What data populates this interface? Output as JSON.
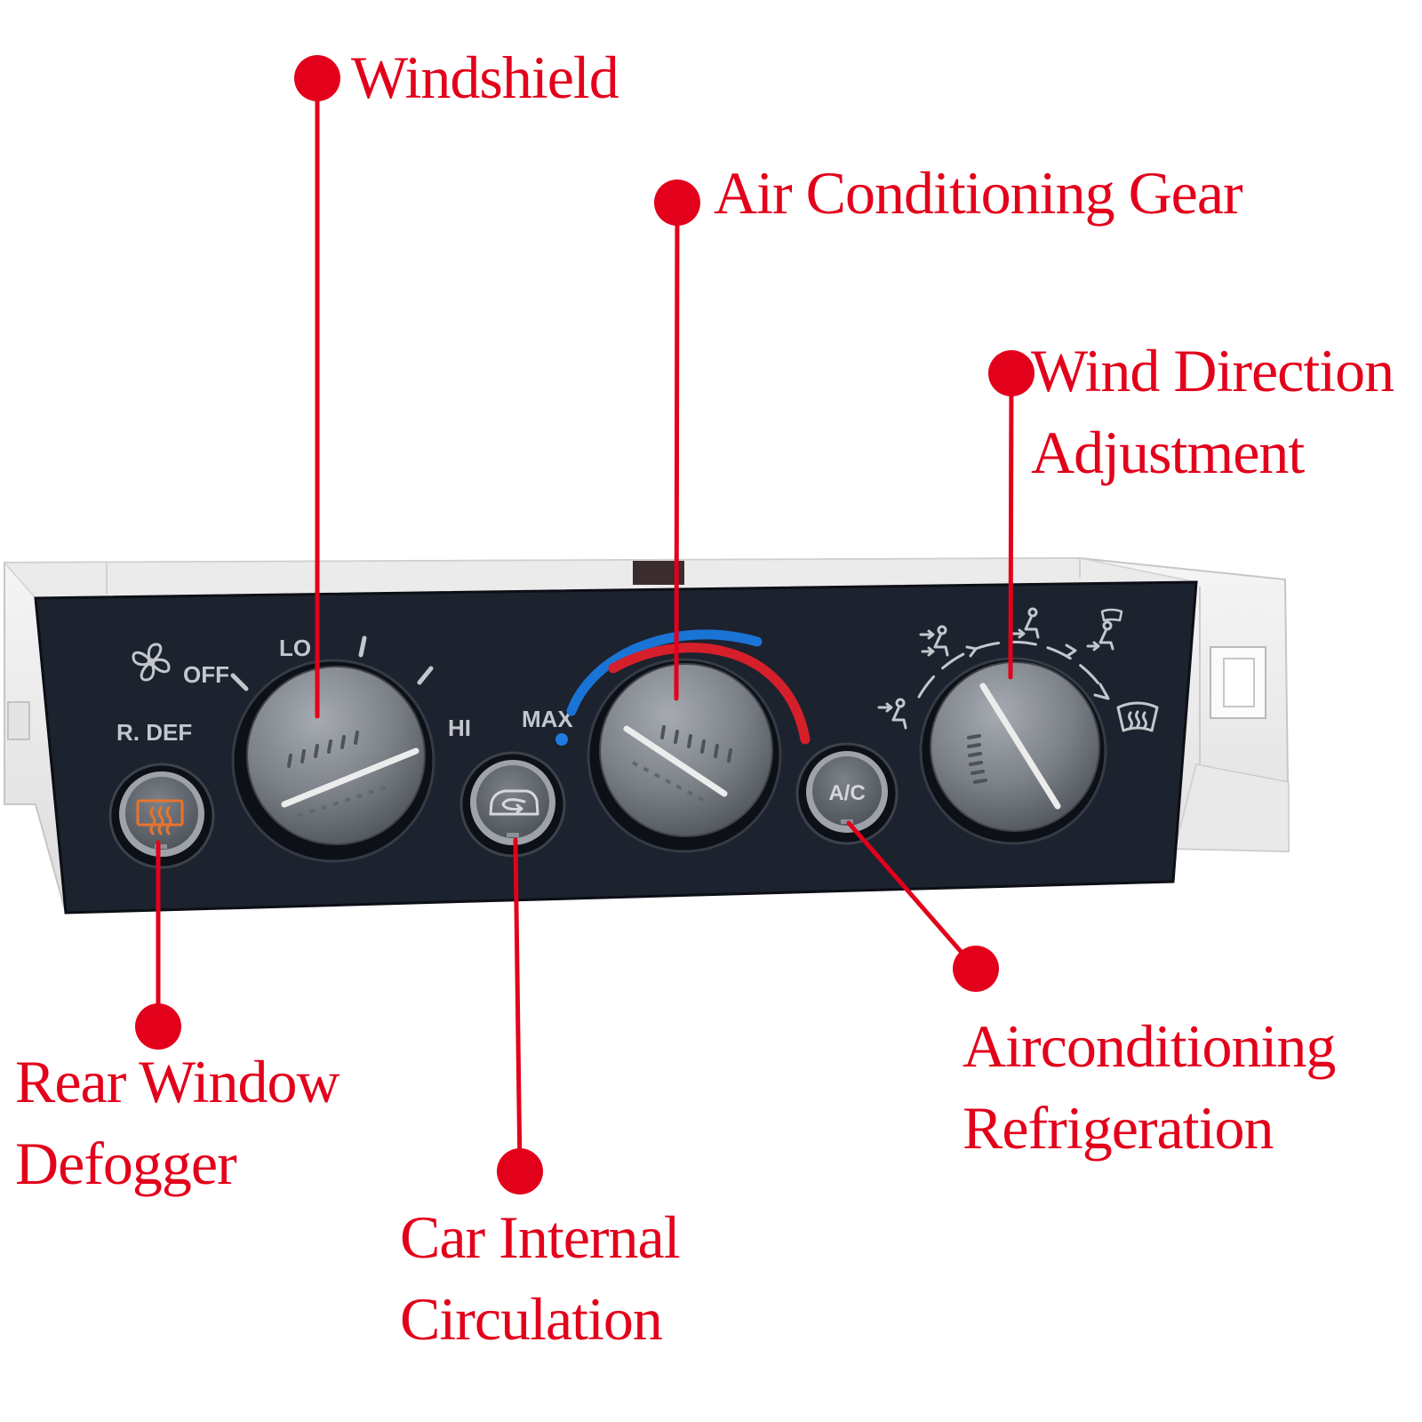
{
  "callouts": {
    "windshield": {
      "text": [
        "Windshield"
      ]
    },
    "air_conditioning_gear": {
      "text": [
        "Air Conditioning Gear"
      ]
    },
    "wind_direction": {
      "text": [
        "Wind Direction",
        "Adjustment"
      ]
    },
    "rear_window_defogger": {
      "text": [
        "Rear Window",
        "Defogger"
      ]
    },
    "internal_circulation": {
      "text": [
        "Car Internal",
        "Circulation"
      ]
    },
    "ac_refrigeration": {
      "text": [
        "Airconditioning",
        "Refrigeration"
      ]
    }
  },
  "panel": {
    "fan_dial": {
      "off_label": "OFF",
      "lo_label": "LO",
      "hi_label": "HI"
    },
    "rear_defrost_label": "R. DEF",
    "temp_dial": {
      "max_label": "MAX"
    },
    "ac_button_label": "A/C"
  },
  "icons": {
    "fan_speed": "fan-icon",
    "rear_defrost": "rear-defrost-icon",
    "recirculation": "recirculation-icon",
    "mode_positions": [
      "vent-mode-icon",
      "bi-level-mode-icon",
      "floor-mode-icon",
      "floor-defrost-mode-icon",
      "defrost-mode-icon"
    ]
  },
  "colors": {
    "callout_red": "#e3001b",
    "faceplate": "#1c222e",
    "panel_label": "#c3c7cc",
    "cold_blue": "#1a74d6",
    "hot_red": "#d51f2b",
    "defrost_orange": "#e8742c"
  }
}
